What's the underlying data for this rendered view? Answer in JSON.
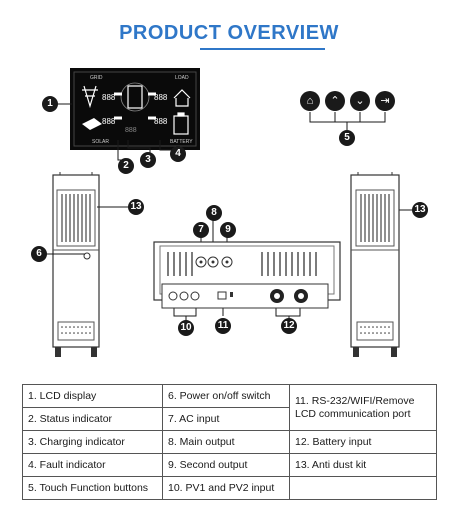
{
  "title": "PRODUCT OVERVIEW",
  "callouts": [
    "1",
    "2",
    "3",
    "4",
    "5",
    "6",
    "7",
    "8",
    "9",
    "10",
    "11",
    "12",
    "13"
  ],
  "lcd": {
    "labels": [
      "GRID",
      "LOAD",
      "SOLAR",
      "BATTERY"
    ],
    "readouts": [
      "888",
      "888",
      "888",
      "888",
      "888"
    ]
  },
  "touch_buttons": [
    "home-icon",
    "chevron-up-icon",
    "chevron-down-icon",
    "enter-icon"
  ],
  "legend": [
    [
      "1. LCD display",
      "6. Power on/off switch",
      "11. RS-232/WIFI/Remove LCD communication port"
    ],
    [
      "2. Status indicator",
      "7. AC input",
      ""
    ],
    [
      "3. Charging indicator",
      "8. Main output",
      "12. Battery input"
    ],
    [
      "4. Fault indicator",
      "9. Second output",
      "13. Anti dust kit"
    ],
    [
      "5. Touch Function buttons",
      "10. PV1 and PV2 input",
      ""
    ]
  ],
  "colors": {
    "title": "#2f77c8",
    "lcd_bg": "#0a0a0a",
    "lcd_icon": "#ffffff",
    "callout": "#1a1a1a"
  }
}
